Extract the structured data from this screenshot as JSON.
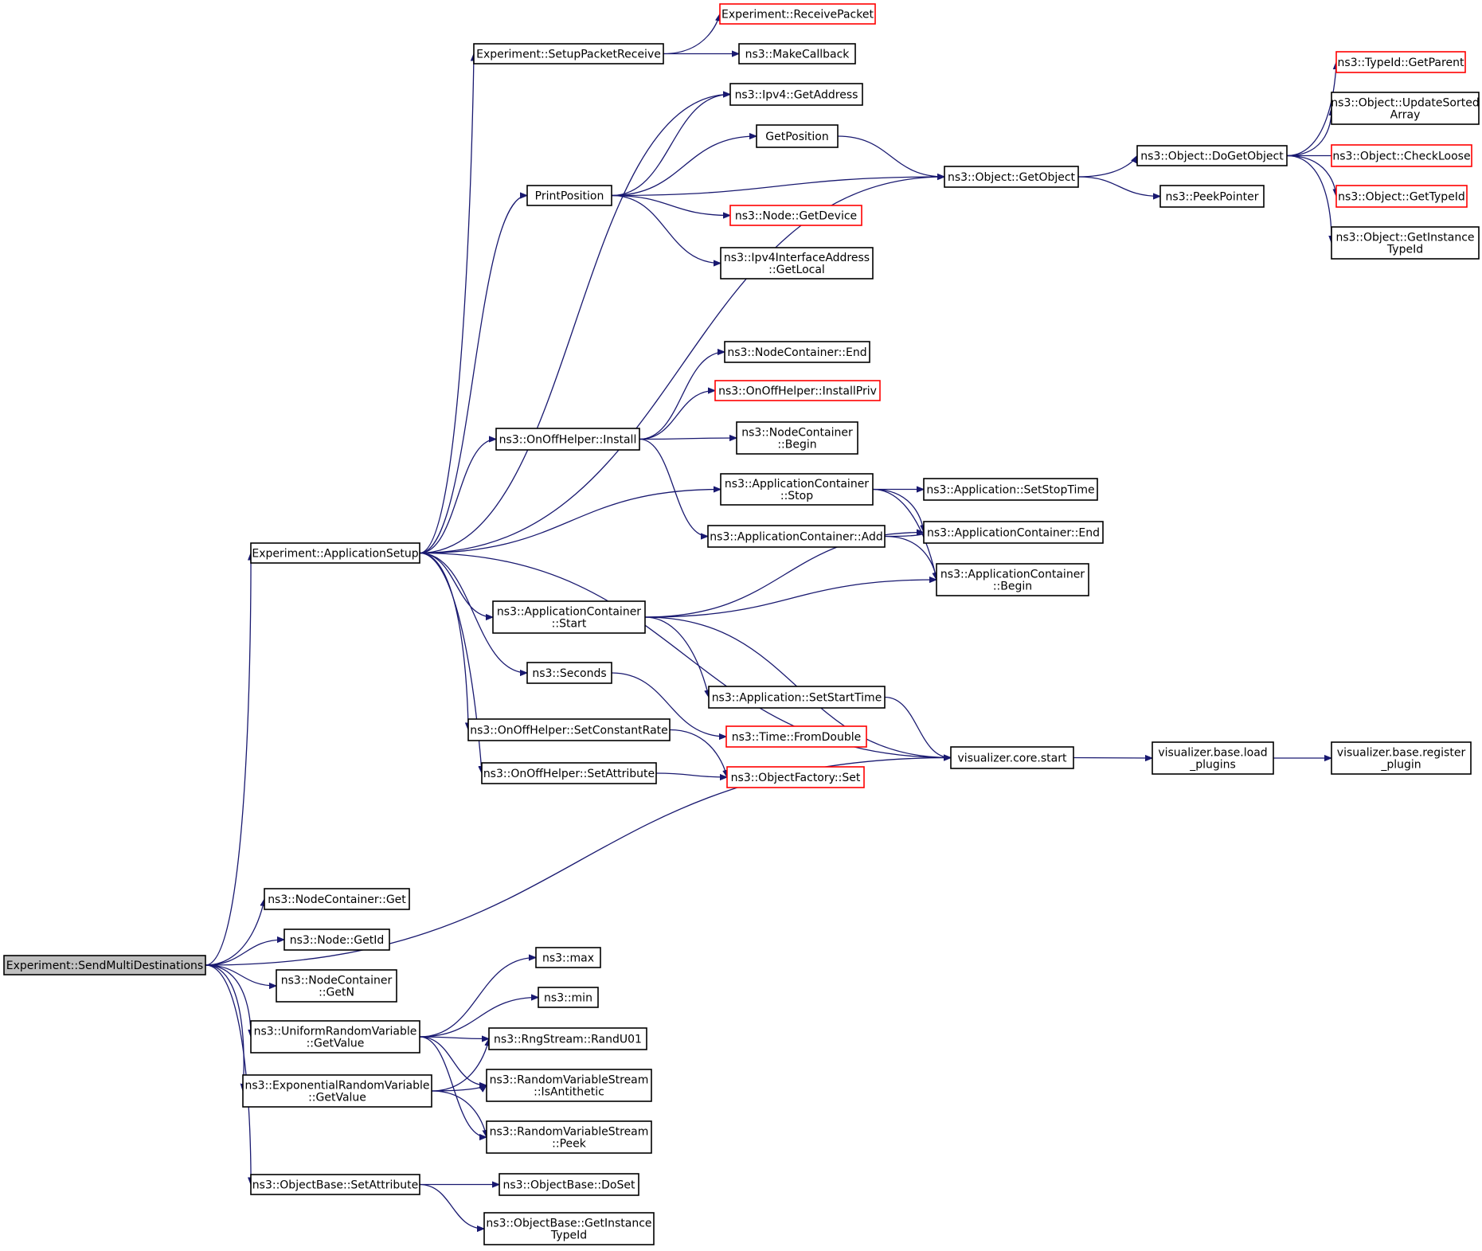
{
  "colors": {
    "edge": "#191970",
    "node_border": "#000000",
    "external_node_border": "#ff0000",
    "root_fill": "#bfbfbf"
  },
  "nodes": [
    {
      "id": "send_multi",
      "label": "Experiment::SendMultiDestinations",
      "kind": "root"
    },
    {
      "id": "app_setup",
      "label": "Experiment::ApplicationSetup"
    },
    {
      "id": "setup_recv",
      "label": "Experiment::SetupPacketReceive"
    },
    {
      "id": "recv_packet",
      "label": "Experiment::ReceivePacket",
      "kind": "external"
    },
    {
      "id": "make_cb",
      "label": "ns3::MakeCallback"
    },
    {
      "id": "ipv4_getaddr",
      "label": "ns3::Ipv4::GetAddress"
    },
    {
      "id": "print_pos",
      "label": "PrintPosition"
    },
    {
      "id": "get_pos",
      "label": "GetPosition"
    },
    {
      "id": "node_getdev",
      "label": "ns3::Node::GetDevice",
      "kind": "external"
    },
    {
      "id": "ipv4if_getlocal",
      "label": "ns3::Ipv4InterfaceAddress\n::GetLocal"
    },
    {
      "id": "obj_getobject",
      "label": "ns3::Object::GetObject"
    },
    {
      "id": "obj_dogetobject",
      "label": "ns3::Object::DoGetObject"
    },
    {
      "id": "peek_pointer",
      "label": "ns3::PeekPointer"
    },
    {
      "id": "typeid_getparent",
      "label": "ns3::TypeId::GetParent",
      "kind": "external"
    },
    {
      "id": "obj_updsorted",
      "label": "ns3::Object::UpdateSorted\nArray"
    },
    {
      "id": "obj_checkloose",
      "label": "ns3::Object::CheckLoose",
      "kind": "external"
    },
    {
      "id": "obj_gettypeid",
      "label": "ns3::Object::GetTypeId",
      "kind": "external"
    },
    {
      "id": "obj_getinsttypeid",
      "label": "ns3::Object::GetInstance\nTypeId"
    },
    {
      "id": "nc_end",
      "label": "ns3::NodeContainer::End"
    },
    {
      "id": "onoff_installpriv",
      "label": "ns3::OnOffHelper::InstallPriv",
      "kind": "external"
    },
    {
      "id": "onoff_install",
      "label": "ns3::OnOffHelper::Install"
    },
    {
      "id": "nc_begin",
      "label": "ns3::NodeContainer\n::Begin"
    },
    {
      "id": "ac_stop",
      "label": "ns3::ApplicationContainer\n::Stop"
    },
    {
      "id": "app_setstoptime",
      "label": "ns3::Application::SetStopTime"
    },
    {
      "id": "ac_add",
      "label": "ns3::ApplicationContainer::Add"
    },
    {
      "id": "ac_end",
      "label": "ns3::ApplicationContainer::End"
    },
    {
      "id": "ac_begin",
      "label": "ns3::ApplicationContainer\n::Begin"
    },
    {
      "id": "ac_start",
      "label": "ns3::ApplicationContainer\n::Start"
    },
    {
      "id": "seconds",
      "label": "ns3::Seconds"
    },
    {
      "id": "app_setstarttime",
      "label": "ns3::Application::SetStartTime"
    },
    {
      "id": "time_fromdouble",
      "label": "ns3::Time::FromDouble",
      "kind": "external"
    },
    {
      "id": "onoff_setrate",
      "label": "ns3::OnOffHelper::SetConstantRate"
    },
    {
      "id": "onoff_setattr",
      "label": "ns3::OnOffHelper::SetAttribute"
    },
    {
      "id": "objfactory_set",
      "label": "ns3::ObjectFactory::Set",
      "kind": "external"
    },
    {
      "id": "vis_start",
      "label": "visualizer.core.start"
    },
    {
      "id": "vis_loadplugins",
      "label": "visualizer.base.load\n_plugins"
    },
    {
      "id": "vis_register",
      "label": "visualizer.base.register\n_plugin"
    },
    {
      "id": "nc_get",
      "label": "ns3::NodeContainer::Get"
    },
    {
      "id": "node_getid",
      "label": "ns3::Node::GetId"
    },
    {
      "id": "nc_getn",
      "label": "ns3::NodeContainer\n::GetN"
    },
    {
      "id": "urv_getvalue",
      "label": "ns3::UniformRandomVariable\n::GetValue"
    },
    {
      "id": "erv_getvalue",
      "label": "ns3::ExponentialRandomVariable\n::GetValue"
    },
    {
      "id": "ns3_max",
      "label": "ns3::max"
    },
    {
      "id": "ns3_min",
      "label": "ns3::min"
    },
    {
      "id": "rng_randu01",
      "label": "ns3::RngStream::RandU01"
    },
    {
      "id": "rvs_isanti",
      "label": "ns3::RandomVariableStream\n::IsAntithetic"
    },
    {
      "id": "rvs_peek",
      "label": "ns3::RandomVariableStream\n::Peek"
    },
    {
      "id": "ob_setattr",
      "label": "ns3::ObjectBase::SetAttribute"
    },
    {
      "id": "ob_doset",
      "label": "ns3::ObjectBase::DoSet"
    },
    {
      "id": "ob_getinsttypeid",
      "label": "ns3::ObjectBase::GetInstance\nTypeId"
    }
  ],
  "edges": [
    [
      "send_multi",
      "app_setup"
    ],
    [
      "send_multi",
      "vis_start"
    ],
    [
      "send_multi",
      "nc_get"
    ],
    [
      "send_multi",
      "node_getid"
    ],
    [
      "send_multi",
      "nc_getn"
    ],
    [
      "send_multi",
      "urv_getvalue"
    ],
    [
      "send_multi",
      "erv_getvalue"
    ],
    [
      "send_multi",
      "ob_setattr"
    ],
    [
      "app_setup",
      "setup_recv"
    ],
    [
      "app_setup",
      "ipv4_getaddr"
    ],
    [
      "app_setup",
      "print_pos"
    ],
    [
      "app_setup",
      "obj_getobject"
    ],
    [
      "app_setup",
      "onoff_install"
    ],
    [
      "app_setup",
      "ac_stop"
    ],
    [
      "app_setup",
      "ac_start"
    ],
    [
      "app_setup",
      "seconds"
    ],
    [
      "app_setup",
      "onoff_setrate"
    ],
    [
      "app_setup",
      "onoff_setattr"
    ],
    [
      "app_setup",
      "vis_start"
    ],
    [
      "setup_recv",
      "recv_packet"
    ],
    [
      "setup_recv",
      "make_cb"
    ],
    [
      "print_pos",
      "ipv4_getaddr"
    ],
    [
      "print_pos",
      "get_pos"
    ],
    [
      "print_pos",
      "obj_getobject"
    ],
    [
      "print_pos",
      "node_getdev"
    ],
    [
      "print_pos",
      "ipv4if_getlocal"
    ],
    [
      "get_pos",
      "obj_getobject"
    ],
    [
      "obj_getobject",
      "obj_dogetobject"
    ],
    [
      "obj_getobject",
      "peek_pointer"
    ],
    [
      "obj_dogetobject",
      "typeid_getparent"
    ],
    [
      "obj_dogetobject",
      "obj_updsorted"
    ],
    [
      "obj_dogetobject",
      "obj_checkloose"
    ],
    [
      "obj_dogetobject",
      "obj_gettypeid"
    ],
    [
      "obj_dogetobject",
      "obj_getinsttypeid"
    ],
    [
      "onoff_install",
      "nc_end"
    ],
    [
      "onoff_install",
      "onoff_installpriv"
    ],
    [
      "onoff_install",
      "nc_begin"
    ],
    [
      "onoff_install",
      "ac_add"
    ],
    [
      "ac_stop",
      "app_setstoptime"
    ],
    [
      "ac_stop",
      "ac_end"
    ],
    [
      "ac_stop",
      "ac_begin"
    ],
    [
      "ac_add",
      "ac_end"
    ],
    [
      "ac_add",
      "ac_begin"
    ],
    [
      "ac_start",
      "ac_end"
    ],
    [
      "ac_start",
      "ac_begin"
    ],
    [
      "ac_start",
      "app_setstarttime"
    ],
    [
      "ac_start",
      "vis_start"
    ],
    [
      "seconds",
      "time_fromdouble"
    ],
    [
      "app_setstarttime",
      "vis_start"
    ],
    [
      "onoff_setrate",
      "objfactory_set"
    ],
    [
      "onoff_setattr",
      "objfactory_set"
    ],
    [
      "vis_start",
      "vis_loadplugins"
    ],
    [
      "vis_loadplugins",
      "vis_register"
    ],
    [
      "urv_getvalue",
      "ns3_max"
    ],
    [
      "urv_getvalue",
      "ns3_min"
    ],
    [
      "urv_getvalue",
      "rng_randu01"
    ],
    [
      "urv_getvalue",
      "rvs_isanti"
    ],
    [
      "urv_getvalue",
      "rvs_peek"
    ],
    [
      "erv_getvalue",
      "rng_randu01"
    ],
    [
      "erv_getvalue",
      "rvs_isanti"
    ],
    [
      "erv_getvalue",
      "rvs_peek"
    ],
    [
      "ob_setattr",
      "ob_doset"
    ],
    [
      "ob_setattr",
      "ob_getinsttypeid"
    ]
  ]
}
